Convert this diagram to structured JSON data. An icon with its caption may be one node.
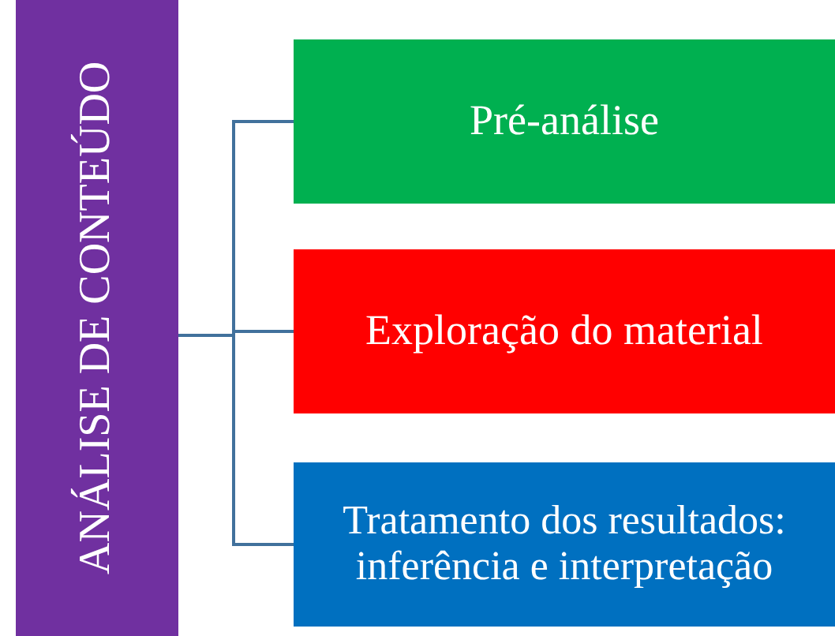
{
  "diagram": {
    "nodes": [
      {
        "text": [
          "ANÁLISE DE CONTEÚDO"
        ]
      },
      {
        "text": [
          "Pré-análise"
        ]
      },
      {
        "text": [
          "Exploração do material"
        ]
      },
      {
        "text": [
          "Tratamento dos resultados: inferência e interpretação"
        ]
      }
    ],
    "edges": [
      {
        "from": 0,
        "to": 1,
        "arrow": "none"
      },
      {
        "from": 0,
        "to": 2,
        "arrow": "none"
      },
      {
        "from": 0,
        "to": 3,
        "arrow": "none"
      }
    ]
  }
}
